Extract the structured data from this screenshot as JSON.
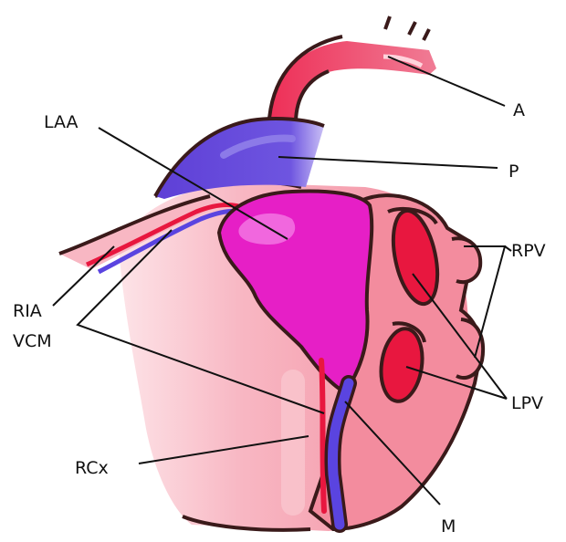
{
  "labels": {
    "A": "A",
    "P": "P",
    "LAA": "LAA",
    "RPV": "RPV",
    "RIA": "RIA",
    "VCM": "VCM",
    "LPV": "LPV",
    "RCx": "RCx",
    "M": "M"
  },
  "colors": {
    "outline": "#3a1a1a",
    "heart_body": "#f38c9e",
    "heart_fade": "#f7b5c0",
    "aorta": "#ee2f57",
    "pulmonary": "#5e3fd6",
    "appendage": "#e61fc6",
    "vein_red": "#e8173f",
    "vein_blue": "#5a44e0",
    "lines": "#111111"
  }
}
